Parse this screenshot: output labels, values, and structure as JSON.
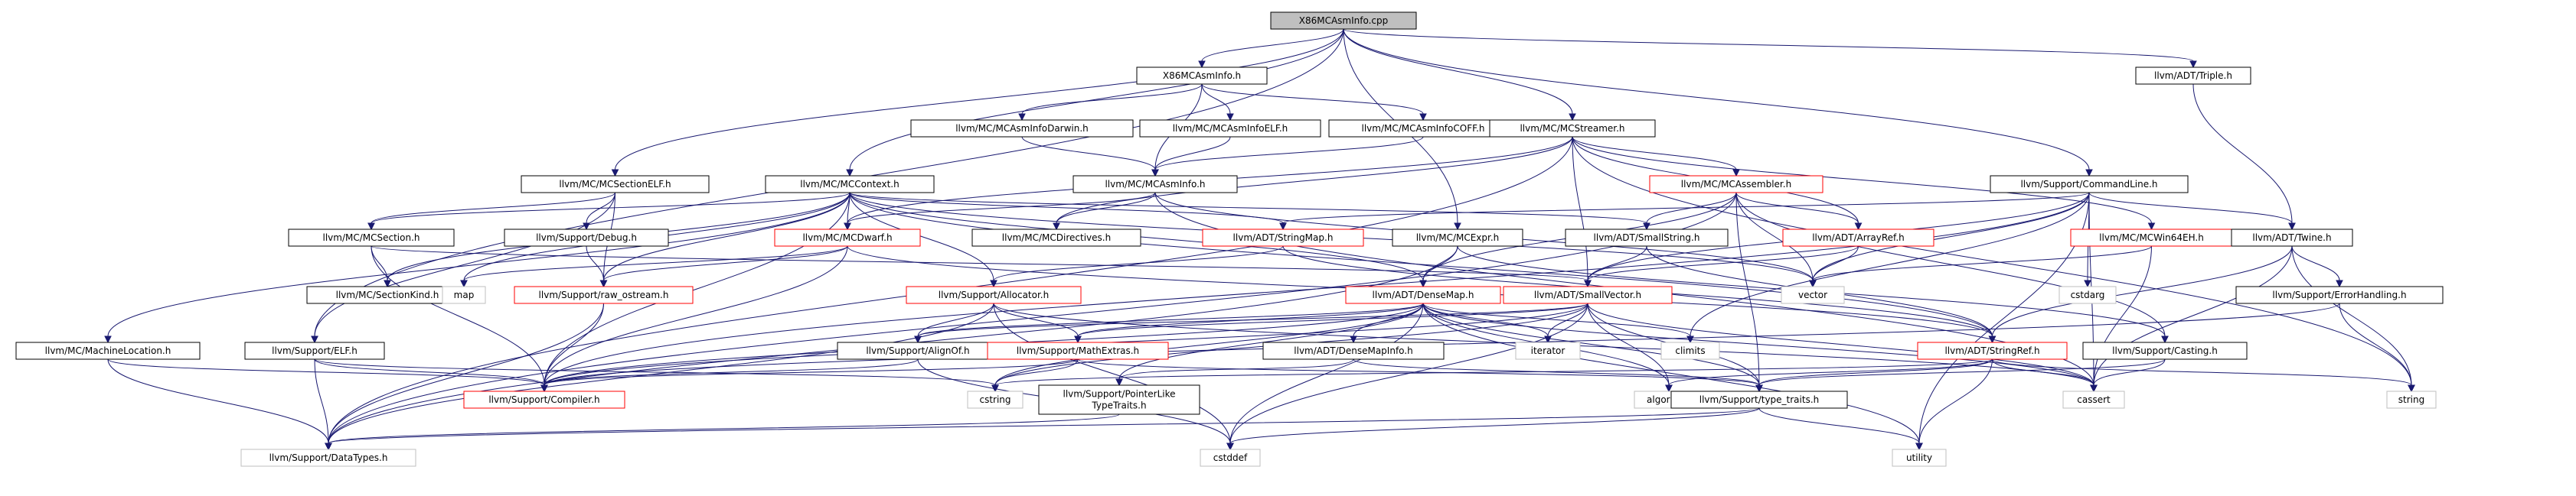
{
  "colors": {
    "edge": "#191970",
    "root_fill": "#bfbfbf",
    "root_stroke": "#000000",
    "normal_fill": "#ffffff",
    "normal_stroke": "#000000",
    "truncated_stroke": "#ff0000",
    "system_stroke": "#bfbfbf",
    "text": "#000000",
    "system_text": "#000000"
  },
  "nodes": [
    {
      "id": "root",
      "label": "X86MCAsmInfo.cpp",
      "kind": "root"
    },
    {
      "id": "x86mcasminfo_h",
      "label": "X86MCAsmInfo.h",
      "kind": "normal"
    },
    {
      "id": "triple",
      "label": "llvm/ADT/Triple.h",
      "kind": "normal"
    },
    {
      "id": "darwin",
      "label": "llvm/MC/MCAsmInfoDarwin.h",
      "kind": "normal"
    },
    {
      "id": "elf_ai",
      "label": "llvm/MC/MCAsmInfoELF.h",
      "kind": "normal"
    },
    {
      "id": "coff",
      "label": "llvm/MC/MCAsmInfoCOFF.h",
      "kind": "normal"
    },
    {
      "id": "streamer",
      "label": "llvm/MC/MCStreamer.h",
      "kind": "normal"
    },
    {
      "id": "sectionelf",
      "label": "llvm/MC/MCSectionELF.h",
      "kind": "normal"
    },
    {
      "id": "context",
      "label": "llvm/MC/MCContext.h",
      "kind": "normal"
    },
    {
      "id": "asminfo",
      "label": "llvm/MC/MCAsmInfo.h",
      "kind": "normal"
    },
    {
      "id": "assembler",
      "label": "llvm/MC/MCAssembler.h",
      "kind": "truncated"
    },
    {
      "id": "commandline",
      "label": "llvm/Support/CommandLine.h",
      "kind": "normal"
    },
    {
      "id": "section",
      "label": "llvm/MC/MCSection.h",
      "kind": "normal"
    },
    {
      "id": "debug",
      "label": "llvm/Support/Debug.h",
      "kind": "normal"
    },
    {
      "id": "mcdwarf",
      "label": "llvm/MC/MCDwarf.h",
      "kind": "truncated"
    },
    {
      "id": "directives",
      "label": "llvm/MC/MCDirectives.h",
      "kind": "normal"
    },
    {
      "id": "stringmap",
      "label": "llvm/ADT/StringMap.h",
      "kind": "truncated"
    },
    {
      "id": "mcexpr",
      "label": "llvm/MC/MCExpr.h",
      "kind": "normal"
    },
    {
      "id": "smallstring",
      "label": "llvm/ADT/SmallString.h",
      "kind": "normal"
    },
    {
      "id": "arrayref",
      "label": "llvm/ADT/ArrayRef.h",
      "kind": "truncated"
    },
    {
      "id": "mcwin64eh",
      "label": "llvm/MC/MCWin64EH.h",
      "kind": "truncated"
    },
    {
      "id": "twine",
      "label": "llvm/ADT/Twine.h",
      "kind": "normal"
    },
    {
      "id": "sectionkind",
      "label": "llvm/MC/SectionKind.h",
      "kind": "normal"
    },
    {
      "id": "map",
      "label": "map",
      "kind": "system"
    },
    {
      "id": "raw_ostream",
      "label": "llvm/Support/raw_ostream.h",
      "kind": "truncated"
    },
    {
      "id": "allocator",
      "label": "llvm/Support/Allocator.h",
      "kind": "truncated"
    },
    {
      "id": "densemap",
      "label": "llvm/ADT/DenseMap.h",
      "kind": "truncated"
    },
    {
      "id": "smallvector",
      "label": "llvm/ADT/SmallVector.h",
      "kind": "truncated"
    },
    {
      "id": "vector",
      "label": "vector",
      "kind": "system"
    },
    {
      "id": "cstdarg",
      "label": "cstdarg",
      "kind": "system"
    },
    {
      "id": "errorhandling",
      "label": "llvm/Support/ErrorHandling.h",
      "kind": "normal"
    },
    {
      "id": "machinelocation",
      "label": "llvm/MC/MachineLocation.h",
      "kind": "normal"
    },
    {
      "id": "supportelf",
      "label": "llvm/Support/ELF.h",
      "kind": "normal"
    },
    {
      "id": "alignof",
      "label": "llvm/Support/AlignOf.h",
      "kind": "normal"
    },
    {
      "id": "mathextras",
      "label": "llvm/Support/MathExtras.h",
      "kind": "truncated"
    },
    {
      "id": "densemapinfo",
      "label": "llvm/ADT/DenseMapInfo.h",
      "kind": "normal"
    },
    {
      "id": "iterator",
      "label": "iterator",
      "kind": "system"
    },
    {
      "id": "climits",
      "label": "climits",
      "kind": "system"
    },
    {
      "id": "stringref",
      "label": "llvm/ADT/StringRef.h",
      "kind": "truncated"
    },
    {
      "id": "casting",
      "label": "llvm/Support/Casting.h",
      "kind": "normal"
    },
    {
      "id": "compiler",
      "label": "llvm/Support/Compiler.h",
      "kind": "truncated"
    },
    {
      "id": "cstring",
      "label": "cstring",
      "kind": "system"
    },
    {
      "id": "pointerlike",
      "label": "llvm/Support/PointerLike\nTypeTraits.h",
      "kind": "normal"
    },
    {
      "id": "algorithm",
      "label": "algorithm",
      "kind": "system"
    },
    {
      "id": "type_traits",
      "label": "llvm/Support/type_traits.h",
      "kind": "normal"
    },
    {
      "id": "cassert",
      "label": "cassert",
      "kind": "system"
    },
    {
      "id": "string",
      "label": "string",
      "kind": "system"
    },
    {
      "id": "datatypes",
      "label": "llvm/Support/DataTypes.h",
      "kind": "system"
    },
    {
      "id": "cstddef",
      "label": "cstddef",
      "kind": "system"
    },
    {
      "id": "utility",
      "label": "utility",
      "kind": "system"
    }
  ],
  "edges": [
    [
      "root",
      "x86mcasminfo_h"
    ],
    [
      "root",
      "triple"
    ],
    [
      "root",
      "streamer"
    ],
    [
      "root",
      "sectionelf"
    ],
    [
      "root",
      "context"
    ],
    [
      "root",
      "mcexpr"
    ],
    [
      "root",
      "commandline"
    ],
    [
      "root",
      "supportelf"
    ],
    [
      "x86mcasminfo_h",
      "darwin"
    ],
    [
      "x86mcasminfo_h",
      "elf_ai"
    ],
    [
      "x86mcasminfo_h",
      "coff"
    ],
    [
      "x86mcasminfo_h",
      "asminfo"
    ],
    [
      "darwin",
      "asminfo"
    ],
    [
      "elf_ai",
      "asminfo"
    ],
    [
      "coff",
      "asminfo"
    ],
    [
      "triple",
      "twine"
    ],
    [
      "streamer",
      "assembler"
    ],
    [
      "streamer",
      "mcdwarf"
    ],
    [
      "streamer",
      "directives"
    ],
    [
      "streamer",
      "smallvector"
    ],
    [
      "streamer",
      "mcwin64eh"
    ],
    [
      "streamer",
      "datatypes"
    ],
    [
      "streamer",
      "string"
    ],
    [
      "streamer",
      "arrayref"
    ],
    [
      "sectionelf",
      "section"
    ],
    [
      "sectionelf",
      "debug"
    ],
    [
      "sectionelf",
      "raw_ostream"
    ],
    [
      "sectionelf",
      "supportelf"
    ],
    [
      "context",
      "section"
    ],
    [
      "context",
      "mcdwarf"
    ],
    [
      "context",
      "stringmap"
    ],
    [
      "context",
      "smallstring"
    ],
    [
      "context",
      "sectionkind"
    ],
    [
      "context",
      "machinelocation"
    ],
    [
      "context",
      "map"
    ],
    [
      "context",
      "raw_ostream"
    ],
    [
      "context",
      "allocator"
    ],
    [
      "context",
      "densemap"
    ],
    [
      "context",
      "vector"
    ],
    [
      "context",
      "compiler"
    ],
    [
      "context",
      "stringref"
    ],
    [
      "asminfo",
      "mcdwarf"
    ],
    [
      "asminfo",
      "directives"
    ],
    [
      "asminfo",
      "cassert"
    ],
    [
      "asminfo",
      "vector"
    ],
    [
      "assembler",
      "densemap"
    ],
    [
      "assembler",
      "smallstring"
    ],
    [
      "assembler",
      "arrayref"
    ],
    [
      "assembler",
      "casting"
    ],
    [
      "assembler",
      "vector"
    ],
    [
      "assembler",
      "datatypes"
    ],
    [
      "assembler",
      "type_traits"
    ],
    [
      "commandline",
      "twine"
    ],
    [
      "commandline",
      "smallvector"
    ],
    [
      "commandline",
      "compiler"
    ],
    [
      "commandline",
      "stringmap"
    ],
    [
      "commandline",
      "cassert"
    ],
    [
      "commandline",
      "climits"
    ],
    [
      "commandline",
      "cstdarg"
    ],
    [
      "commandline",
      "utility"
    ],
    [
      "commandline",
      "vector"
    ],
    [
      "section",
      "sectionkind"
    ],
    [
      "section",
      "compiler"
    ],
    [
      "section",
      "smallvector"
    ],
    [
      "debug",
      "raw_ostream"
    ],
    [
      "mcdwarf",
      "raw_ostream"
    ],
    [
      "mcdwarf",
      "map"
    ],
    [
      "mcdwarf",
      "compiler"
    ],
    [
      "mcdwarf",
      "stringref"
    ],
    [
      "stringmap",
      "allocator"
    ],
    [
      "stringmap",
      "stringref"
    ],
    [
      "mcexpr",
      "casting"
    ],
    [
      "mcexpr",
      "datatypes"
    ],
    [
      "mcexpr",
      "densemap"
    ],
    [
      "smallstring",
      "smallvector"
    ],
    [
      "smallstring",
      "stringref"
    ],
    [
      "arrayref",
      "smallvector"
    ],
    [
      "arrayref",
      "vector"
    ],
    [
      "mcwin64eh",
      "vector"
    ],
    [
      "mcwin64eh",
      "cassert"
    ],
    [
      "twine",
      "stringref"
    ],
    [
      "twine",
      "errorhandling"
    ],
    [
      "twine",
      "cassert"
    ],
    [
      "twine",
      "string"
    ],
    [
      "raw_ostream",
      "compiler"
    ],
    [
      "raw_ostream",
      "datatypes"
    ],
    [
      "allocator",
      "alignof"
    ],
    [
      "allocator",
      "mathextras"
    ],
    [
      "allocator",
      "datatypes"
    ],
    [
      "allocator",
      "cstddef"
    ],
    [
      "allocator",
      "cassert"
    ],
    [
      "densemap",
      "alignof"
    ],
    [
      "densemap",
      "mathextras"
    ],
    [
      "densemap",
      "densemapinfo"
    ],
    [
      "densemap",
      "pointerlike"
    ],
    [
      "densemap",
      "type_traits"
    ],
    [
      "densemap",
      "iterator"
    ],
    [
      "densemap",
      "climits"
    ],
    [
      "densemap",
      "cstring"
    ],
    [
      "densemap",
      "cstddef"
    ],
    [
      "densemap",
      "algorithm"
    ],
    [
      "densemap",
      "utility"
    ],
    [
      "densemap",
      "compiler"
    ],
    [
      "densemap",
      "cassert"
    ],
    [
      "smallvector",
      "alignof"
    ],
    [
      "smallvector",
      "mathextras"
    ],
    [
      "smallvector",
      "type_traits"
    ],
    [
      "smallvector",
      "algorithm"
    ],
    [
      "smallvector",
      "cassert"
    ],
    [
      "smallvector",
      "cstddef"
    ],
    [
      "smallvector",
      "iterator"
    ],
    [
      "smallvector",
      "cstring"
    ],
    [
      "smallvector",
      "compiler"
    ],
    [
      "errorhandling",
      "compiler"
    ],
    [
      "errorhandling",
      "string"
    ],
    [
      "machinelocation",
      "compiler"
    ],
    [
      "machinelocation",
      "datatypes"
    ],
    [
      "supportelf",
      "compiler"
    ],
    [
      "supportelf",
      "datatypes"
    ],
    [
      "supportelf",
      "cstring"
    ],
    [
      "alignof",
      "compiler"
    ],
    [
      "alignof",
      "cstddef"
    ],
    [
      "mathextras",
      "compiler"
    ],
    [
      "mathextras",
      "type_traits"
    ],
    [
      "mathextras",
      "cstring"
    ],
    [
      "densemapinfo",
      "pointerlike"
    ],
    [
      "densemapinfo",
      "type_traits"
    ],
    [
      "stringref",
      "type_traits"
    ],
    [
      "stringref",
      "algorithm"
    ],
    [
      "stringref",
      "cassert"
    ],
    [
      "stringref",
      "cstring"
    ],
    [
      "stringref",
      "string"
    ],
    [
      "stringref",
      "utility"
    ],
    [
      "casting",
      "type_traits"
    ],
    [
      "casting",
      "cassert"
    ],
    [
      "pointerlike",
      "datatypes"
    ],
    [
      "type_traits",
      "cstddef"
    ],
    [
      "type_traits",
      "utility"
    ],
    [
      "type_traits",
      "datatypes"
    ]
  ]
}
